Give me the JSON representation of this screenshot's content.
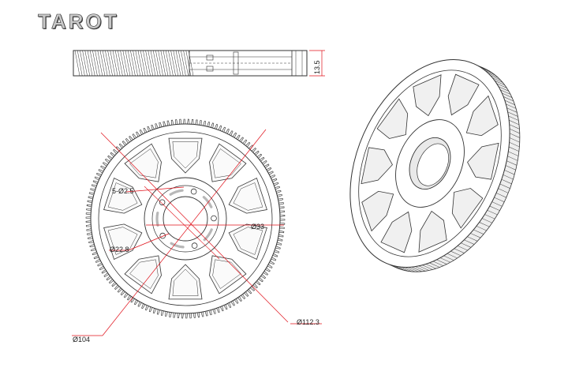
{
  "brand": {
    "logo_text": "TAROT"
  },
  "dimensions": {
    "height": "13.5",
    "bolt_holes": "5-Ø2.5",
    "hub_diameter": "Ø33",
    "inner_diameter": "Ø22.8",
    "root_diameter": "Ø104",
    "outer_diameter": "Ø112.3"
  },
  "colors": {
    "line": "#333333",
    "dimension": "#e0101a",
    "fill": "#f2f2f2"
  }
}
